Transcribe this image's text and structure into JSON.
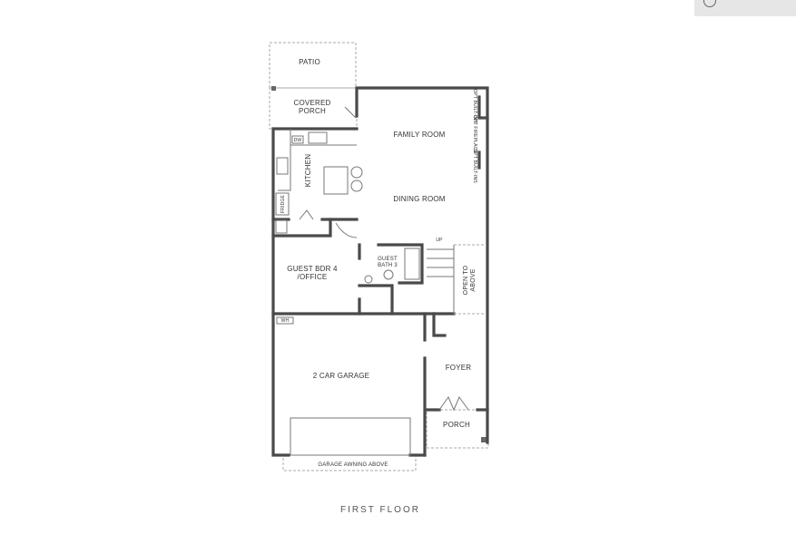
{
  "plan": {
    "title": "FIRST FLOOR",
    "rooms": {
      "patio": "PATIO",
      "covered_porch_1": "COVERED",
      "covered_porch_2": "PORCH",
      "family_room": "FAMILY ROOM",
      "kitchen": "KITCHEN",
      "dining_room": "DINING ROOM",
      "guest_bdr_1": "GUEST BDR 4",
      "guest_bdr_2": "/OFFICE",
      "guest_bath_1": "GUEST",
      "guest_bath_2": "BATH 3",
      "open_to_above_1": "OPEN TO",
      "open_to_above_2": "ABOVE",
      "garage": "2 CAR GARAGE",
      "foyer": "FOYER",
      "porch": "PORCH",
      "garage_awning": "GARAGE AWNING ABOVE"
    },
    "fixtures": {
      "dw": "DW",
      "fridge": "FRIDGE",
      "wh": "WH",
      "up": "UP",
      "opt_built_ins_top": "OPT BUILT-INS",
      "opt_fireplace": "OPT FIREPLACE",
      "opt_built_ins_bottom": "OPT BUILT-INS"
    }
  }
}
